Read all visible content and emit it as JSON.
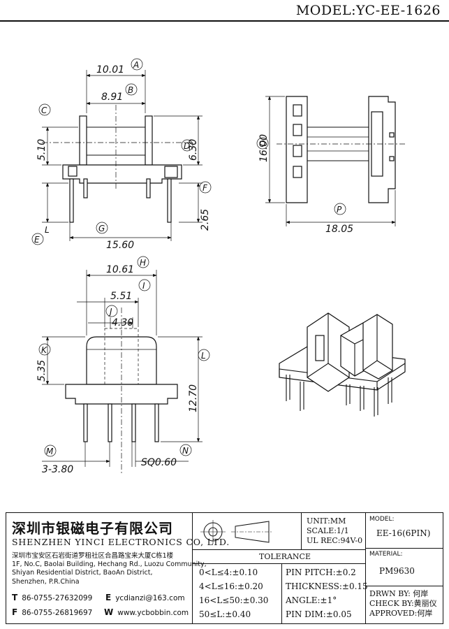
{
  "header": {
    "model_title": "MODEL:YC-EE-1626"
  },
  "views": {
    "front": {
      "dims": {
        "d1": "10.01",
        "d2": "8.91",
        "d3": "5.10",
        "d4": "6.30",
        "d5": "2.65",
        "d6": "15.60"
      },
      "tags": {
        "A": "A",
        "B": "B",
        "C": "C",
        "D": "D",
        "E": "E",
        "F": "F",
        "G": "G",
        "L": "L"
      }
    },
    "side": {
      "dims": {
        "d1": "16.00",
        "d2": "18.05"
      },
      "tags": {
        "O": "O",
        "P": "P"
      }
    },
    "bottom": {
      "dims": {
        "d1": "10.61",
        "d2": "5.51",
        "d3": "4.30",
        "d4": "5.35",
        "d5": "12.70",
        "d6": "3-3.80",
        "d7": "SQ0.60"
      },
      "tags": {
        "H": "H",
        "I": "I",
        "J": "J",
        "K": "K",
        "L": "L",
        "M": "M",
        "N": "N"
      }
    }
  },
  "title_block": {
    "company_cn": "深圳市银磁电子有限公司",
    "company_en": "SHENZHEN YINCI ELECTRONICS CO, LTD.",
    "address": [
      "深圳市宝安区石岩街道罗租社区合昌路宝来大厦C栋1楼",
      "1F, No.C, Baolai Building, Hechang Rd., Luozu Community,",
      "Shiyan Residential District, BaoAn District,",
      "Shenzhen, P.R.China"
    ],
    "tel_label": "T",
    "tel": "86-0755-27632099",
    "fax_label": "F",
    "fax": "86-0755-26819697",
    "email_label": "E",
    "email": "ycdianzi@163.com",
    "web_label": "W",
    "web": "www.ycbobbin.com",
    "unit": "UNIT:MM",
    "scale": "SCALE:1/1",
    "ul": "UL REC:94V-0",
    "tolerance_title": "TOLERANCE",
    "tolerances": [
      "0<L≤4:±0.10",
      "4<L≤16:±0.20",
      "16<L≤50:±0.30",
      "50≤L:±0.40"
    ],
    "pin_specs": [
      "PIN PITCH:±0.2",
      "THICKNESS:±0.15",
      "ANGLE:±1°",
      "PIN DIM:±0.05"
    ],
    "model_label": "MODEL:",
    "model_value": "EE-16(6PIN)",
    "material_label": "MATERIAL:",
    "material_value": "PM9630",
    "drawn_by": "DRWN BY: 何岸",
    "check_by": "CHECK BY:黄丽仪",
    "approved": "APPROVED:何岸"
  }
}
